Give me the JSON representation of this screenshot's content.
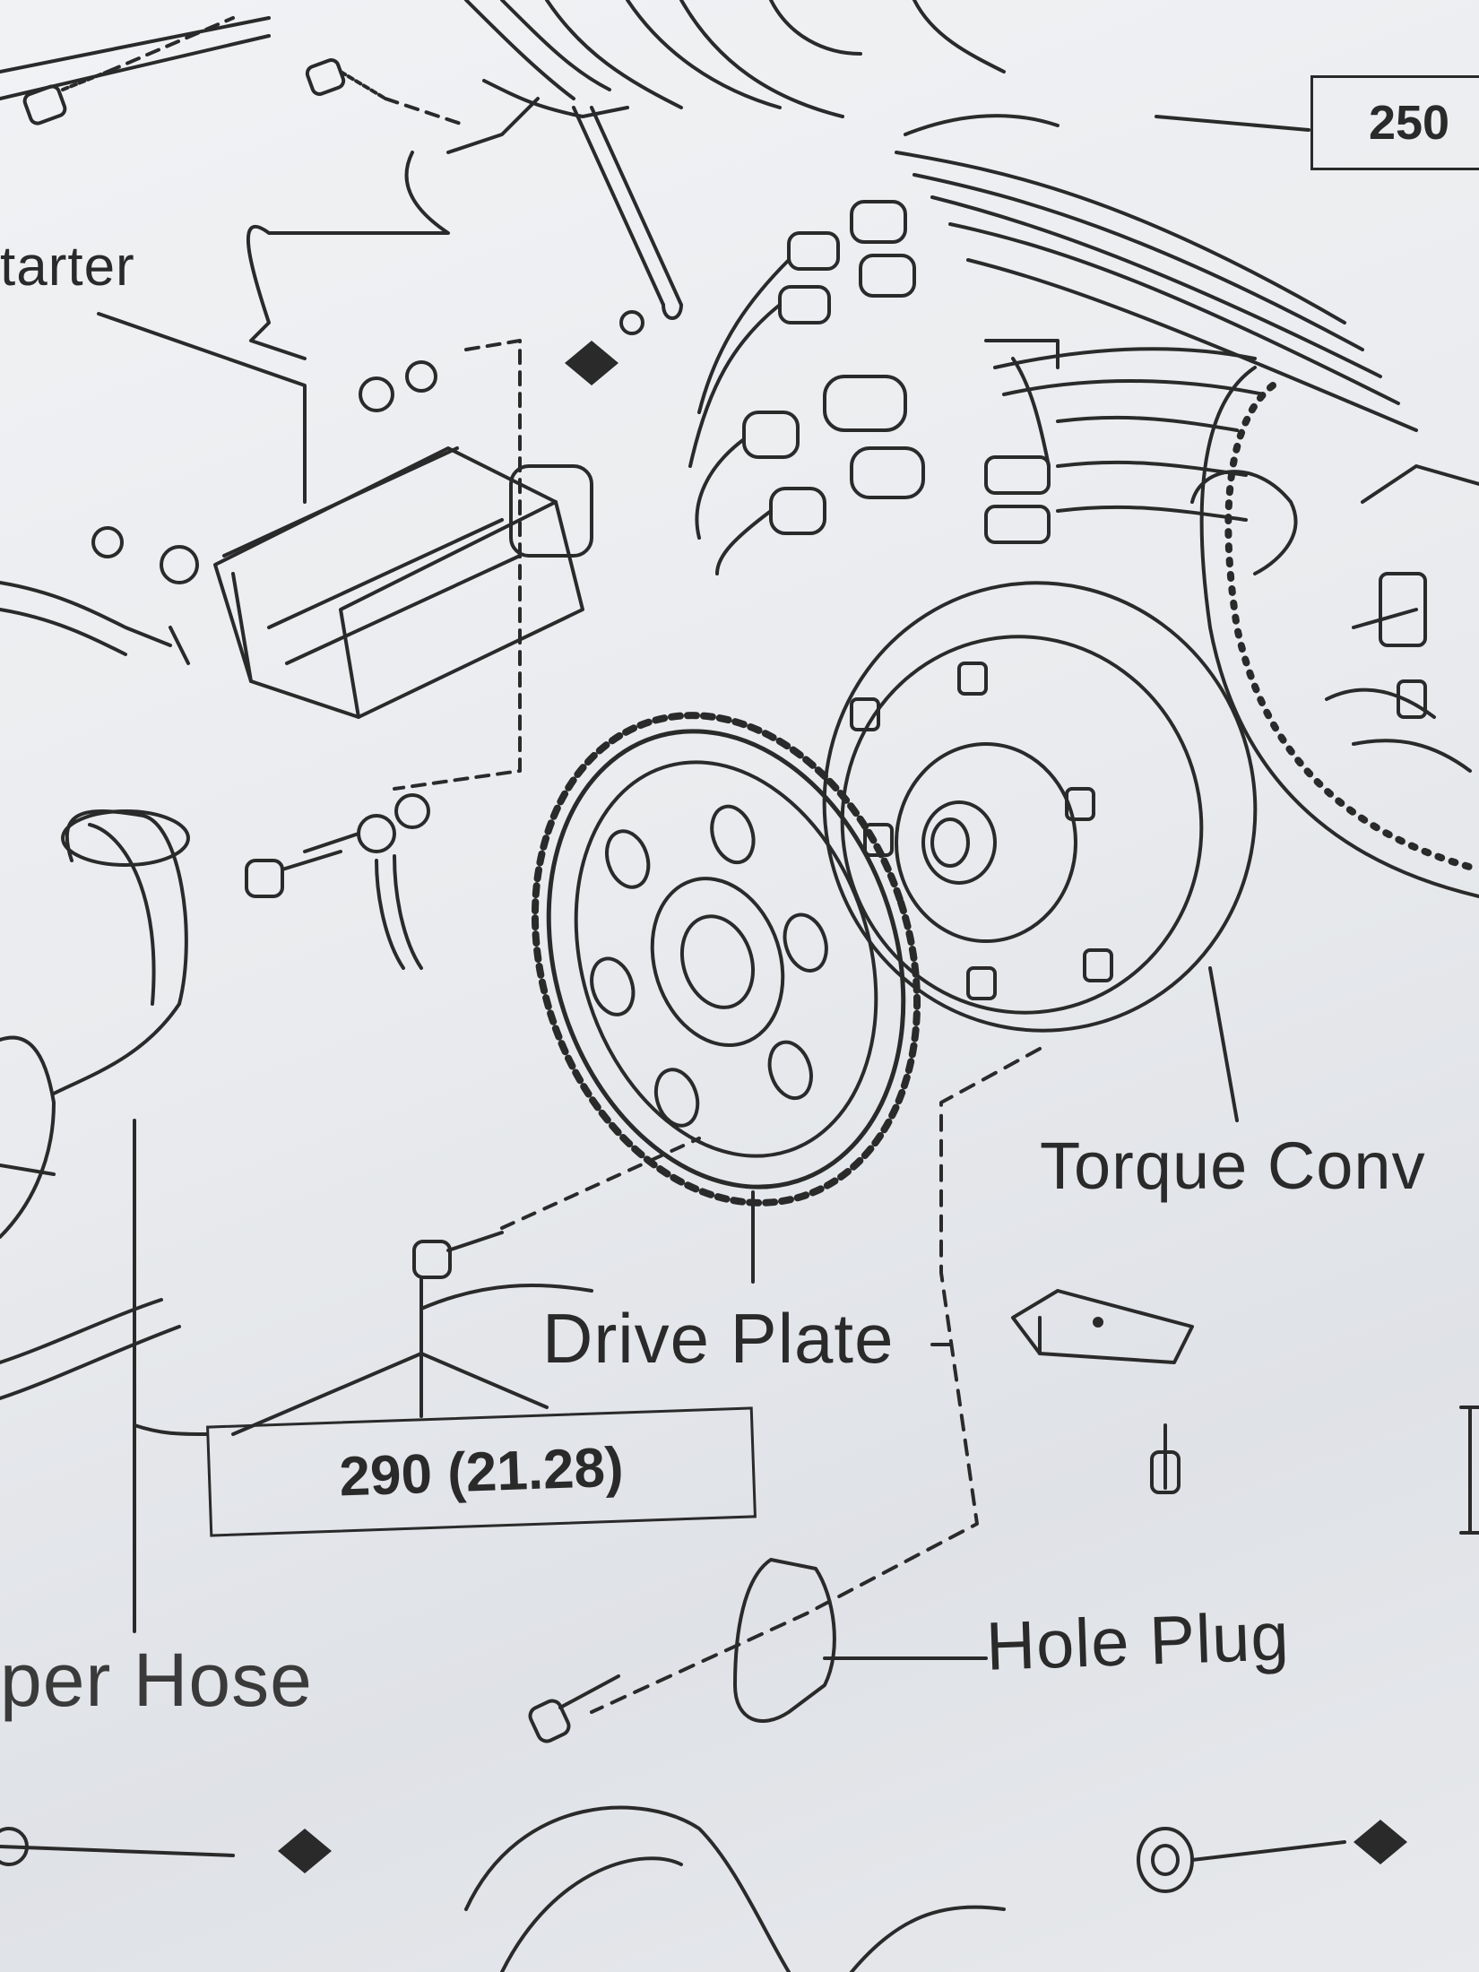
{
  "labels": {
    "starter": "tarter",
    "torque_converter": "Torque Conv",
    "drive_plate": "Drive Plate",
    "hole_plug": "Hole Plug",
    "upper_hose": "per Hose"
  },
  "torque_specs": {
    "top_right": "250",
    "drive_plate_bolts": "290 (21.28)"
  },
  "colors": {
    "ink": "#2a2a2a",
    "paper": "#eef0f2"
  },
  "icons": {
    "non_reusable_part": "black-diamond"
  }
}
